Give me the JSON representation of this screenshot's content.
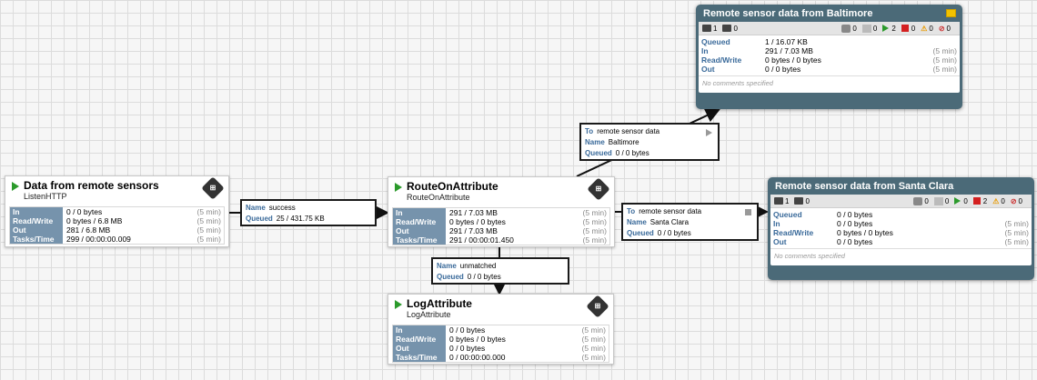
{
  "processors": {
    "listen": {
      "name": "Data from remote sensors",
      "type": "ListenHTTP",
      "stats": [
        {
          "label": "In",
          "value": "0 / 0 bytes",
          "dur": "(5 min)"
        },
        {
          "label": "Read/Write",
          "value": "0 bytes / 6.8 MB",
          "dur": "(5 min)"
        },
        {
          "label": "Out",
          "value": "281 / 6.8 MB",
          "dur": "(5 min)"
        },
        {
          "label": "Tasks/Time",
          "value": "299 / 00:00:00.009",
          "dur": "(5 min)"
        }
      ]
    },
    "route": {
      "name": "RouteOnAttribute",
      "type": "RouteOnAttribute",
      "stats": [
        {
          "label": "In",
          "value": "291 / 7.03 MB",
          "dur": "(5 min)"
        },
        {
          "label": "Read/Write",
          "value": "0 bytes / 0 bytes",
          "dur": "(5 min)"
        },
        {
          "label": "Out",
          "value": "291 / 7.03 MB",
          "dur": "(5 min)"
        },
        {
          "label": "Tasks/Time",
          "value": "291 / 00:00:01.450",
          "dur": "(5 min)"
        }
      ]
    },
    "log": {
      "name": "LogAttribute",
      "type": "LogAttribute",
      "stats": [
        {
          "label": "In",
          "value": "0 / 0 bytes",
          "dur": "(5 min)"
        },
        {
          "label": "Read/Write",
          "value": "0 bytes / 0 bytes",
          "dur": "(5 min)"
        },
        {
          "label": "Out",
          "value": "0 / 0 bytes",
          "dur": "(5 min)"
        },
        {
          "label": "Tasks/Time",
          "value": "0 / 00:00:00.000",
          "dur": "(5 min)"
        }
      ]
    }
  },
  "connections": {
    "success": {
      "name_key": "Name",
      "name": "success",
      "queued_key": "Queued",
      "queued": "25 / 431.75 KB"
    },
    "baltimore": {
      "to_key": "To",
      "to": "remote sensor data",
      "name_key": "Name",
      "name": "Baltimore",
      "queued_key": "Queued",
      "queued": "0 / 0 bytes"
    },
    "santaclara": {
      "to_key": "To",
      "to": "remote sensor data",
      "name_key": "Name",
      "name": "Santa Clara",
      "queued_key": "Queued",
      "queued": "0 / 0 bytes"
    },
    "unmatched": {
      "name_key": "Name",
      "name": "unmatched",
      "queued_key": "Queued",
      "queued": "0 / 0 bytes"
    }
  },
  "remote_groups": {
    "baltimore": {
      "title": "Remote sensor data from Baltimore",
      "inputs": "1",
      "outputs": "0",
      "transmitting": "0",
      "not_transmitting": "0",
      "running": "2",
      "stopped": "0",
      "invalid": "0",
      "disabled": "0",
      "stats": [
        {
          "label": "Queued",
          "value": "1 / 16.07 KB",
          "dur": ""
        },
        {
          "label": "In",
          "value": "291 / 7.03 MB",
          "dur": "(5 min)"
        },
        {
          "label": "Read/Write",
          "value": "0 bytes / 0 bytes",
          "dur": "(5 min)"
        },
        {
          "label": "Out",
          "value": "0 / 0 bytes",
          "dur": "(5 min)"
        }
      ],
      "comments": "No comments specified"
    },
    "santaclara": {
      "title": "Remote sensor data from Santa Clara",
      "inputs": "1",
      "outputs": "0",
      "transmitting": "0",
      "not_transmitting": "0",
      "running": "0",
      "stopped": "2",
      "invalid": "0",
      "disabled": "0",
      "stats": [
        {
          "label": "Queued",
          "value": "0 / 0 bytes",
          "dur": ""
        },
        {
          "label": "In",
          "value": "0 / 0 bytes",
          "dur": "(5 min)"
        },
        {
          "label": "Read/Write",
          "value": "0 bytes / 0 bytes",
          "dur": "(5 min)"
        },
        {
          "label": "Out",
          "value": "0 / 0 bytes",
          "dur": "(5 min)"
        }
      ],
      "comments": "No comments specified"
    }
  }
}
